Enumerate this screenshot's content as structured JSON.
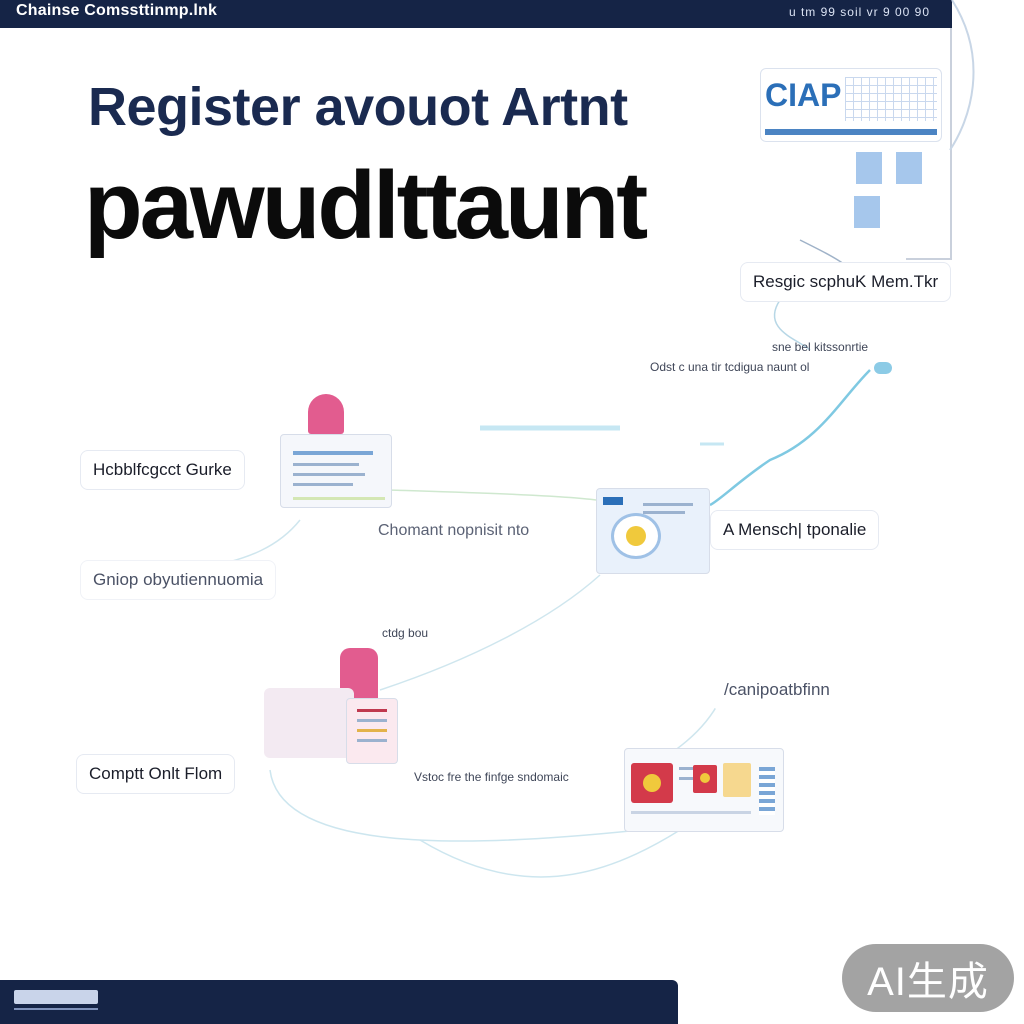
{
  "header": {
    "title": "Chainse Comssttinmp.lnk",
    "meta": "u tm 99 soil vr 9 00 90"
  },
  "headline": {
    "line1": "Register avouot Artnt",
    "line2": "pawudlttaunt"
  },
  "ciap_card": {
    "label": "CIAP"
  },
  "labels": {
    "regis": "Resgic scphuK Mem.Tkr",
    "sub1": "sne bel kitssonrtie",
    "sub2": "Odst c una tir tcdigua naunt ol",
    "helpful": "Hcbblfcgcct Gurke",
    "chomant": "Chomant nopnisit nto",
    "meschl": "A Mensch| tponalie",
    "gniop": "Gniop obyutiennuomia",
    "caption_small": "ctdg bou",
    "loanip": "/canipoatbfinn",
    "complete": "Comptt Onlt Flom",
    "vstoc": "Vstoc fre the finfge sndomaic"
  },
  "badge": {
    "text": "AI生成"
  },
  "colors": {
    "navy": "#152446",
    "accent_blue": "#2b6fb8",
    "pink": "#e25c8f",
    "connector": "#bfe3f0",
    "badge_gray": "#a3a3a3"
  }
}
